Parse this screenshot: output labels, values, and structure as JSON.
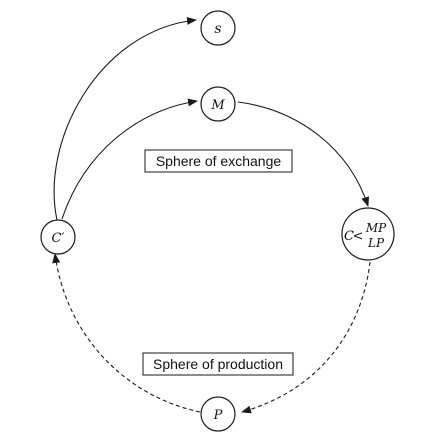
{
  "nodes": {
    "s": {
      "label": "s"
    },
    "m": {
      "label": "M"
    },
    "c_prime": {
      "label": "C′"
    },
    "c": {
      "label": "C",
      "fraction_top": "MP",
      "fraction_bottom": "LP"
    },
    "p": {
      "label": "P"
    }
  },
  "boxes": {
    "exchange": {
      "label": "Sphere of exchange"
    },
    "production": {
      "label": "Sphere of production"
    }
  }
}
